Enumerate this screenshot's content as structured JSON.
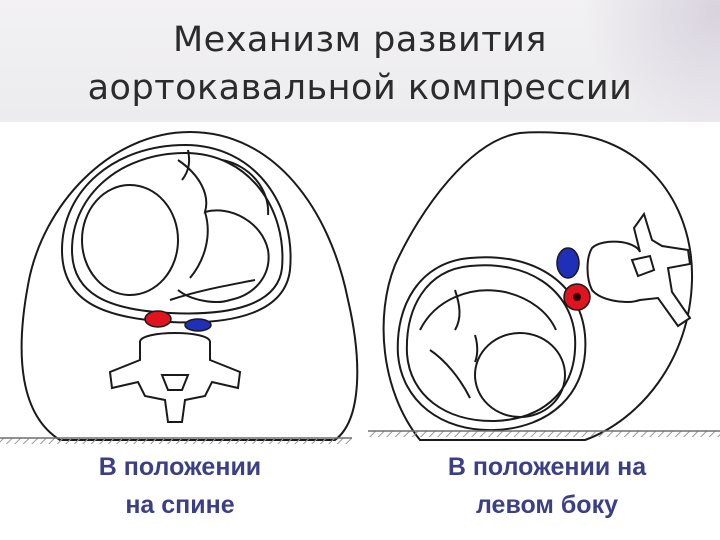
{
  "title": {
    "line1": "Механизм развития",
    "line2": "аортокавальной компрессии"
  },
  "captions": {
    "supine_line1": "В положении",
    "supine_line2": "на спине",
    "left_side_line1": "В положении на",
    "left_side_line2": "левом боку"
  },
  "colors": {
    "aorta": "#e0141e",
    "vena_cava": "#1f2fb8",
    "outline": "#1a1a1a",
    "caption_text": "#3a3f86",
    "ground": "#8a8a8a"
  }
}
